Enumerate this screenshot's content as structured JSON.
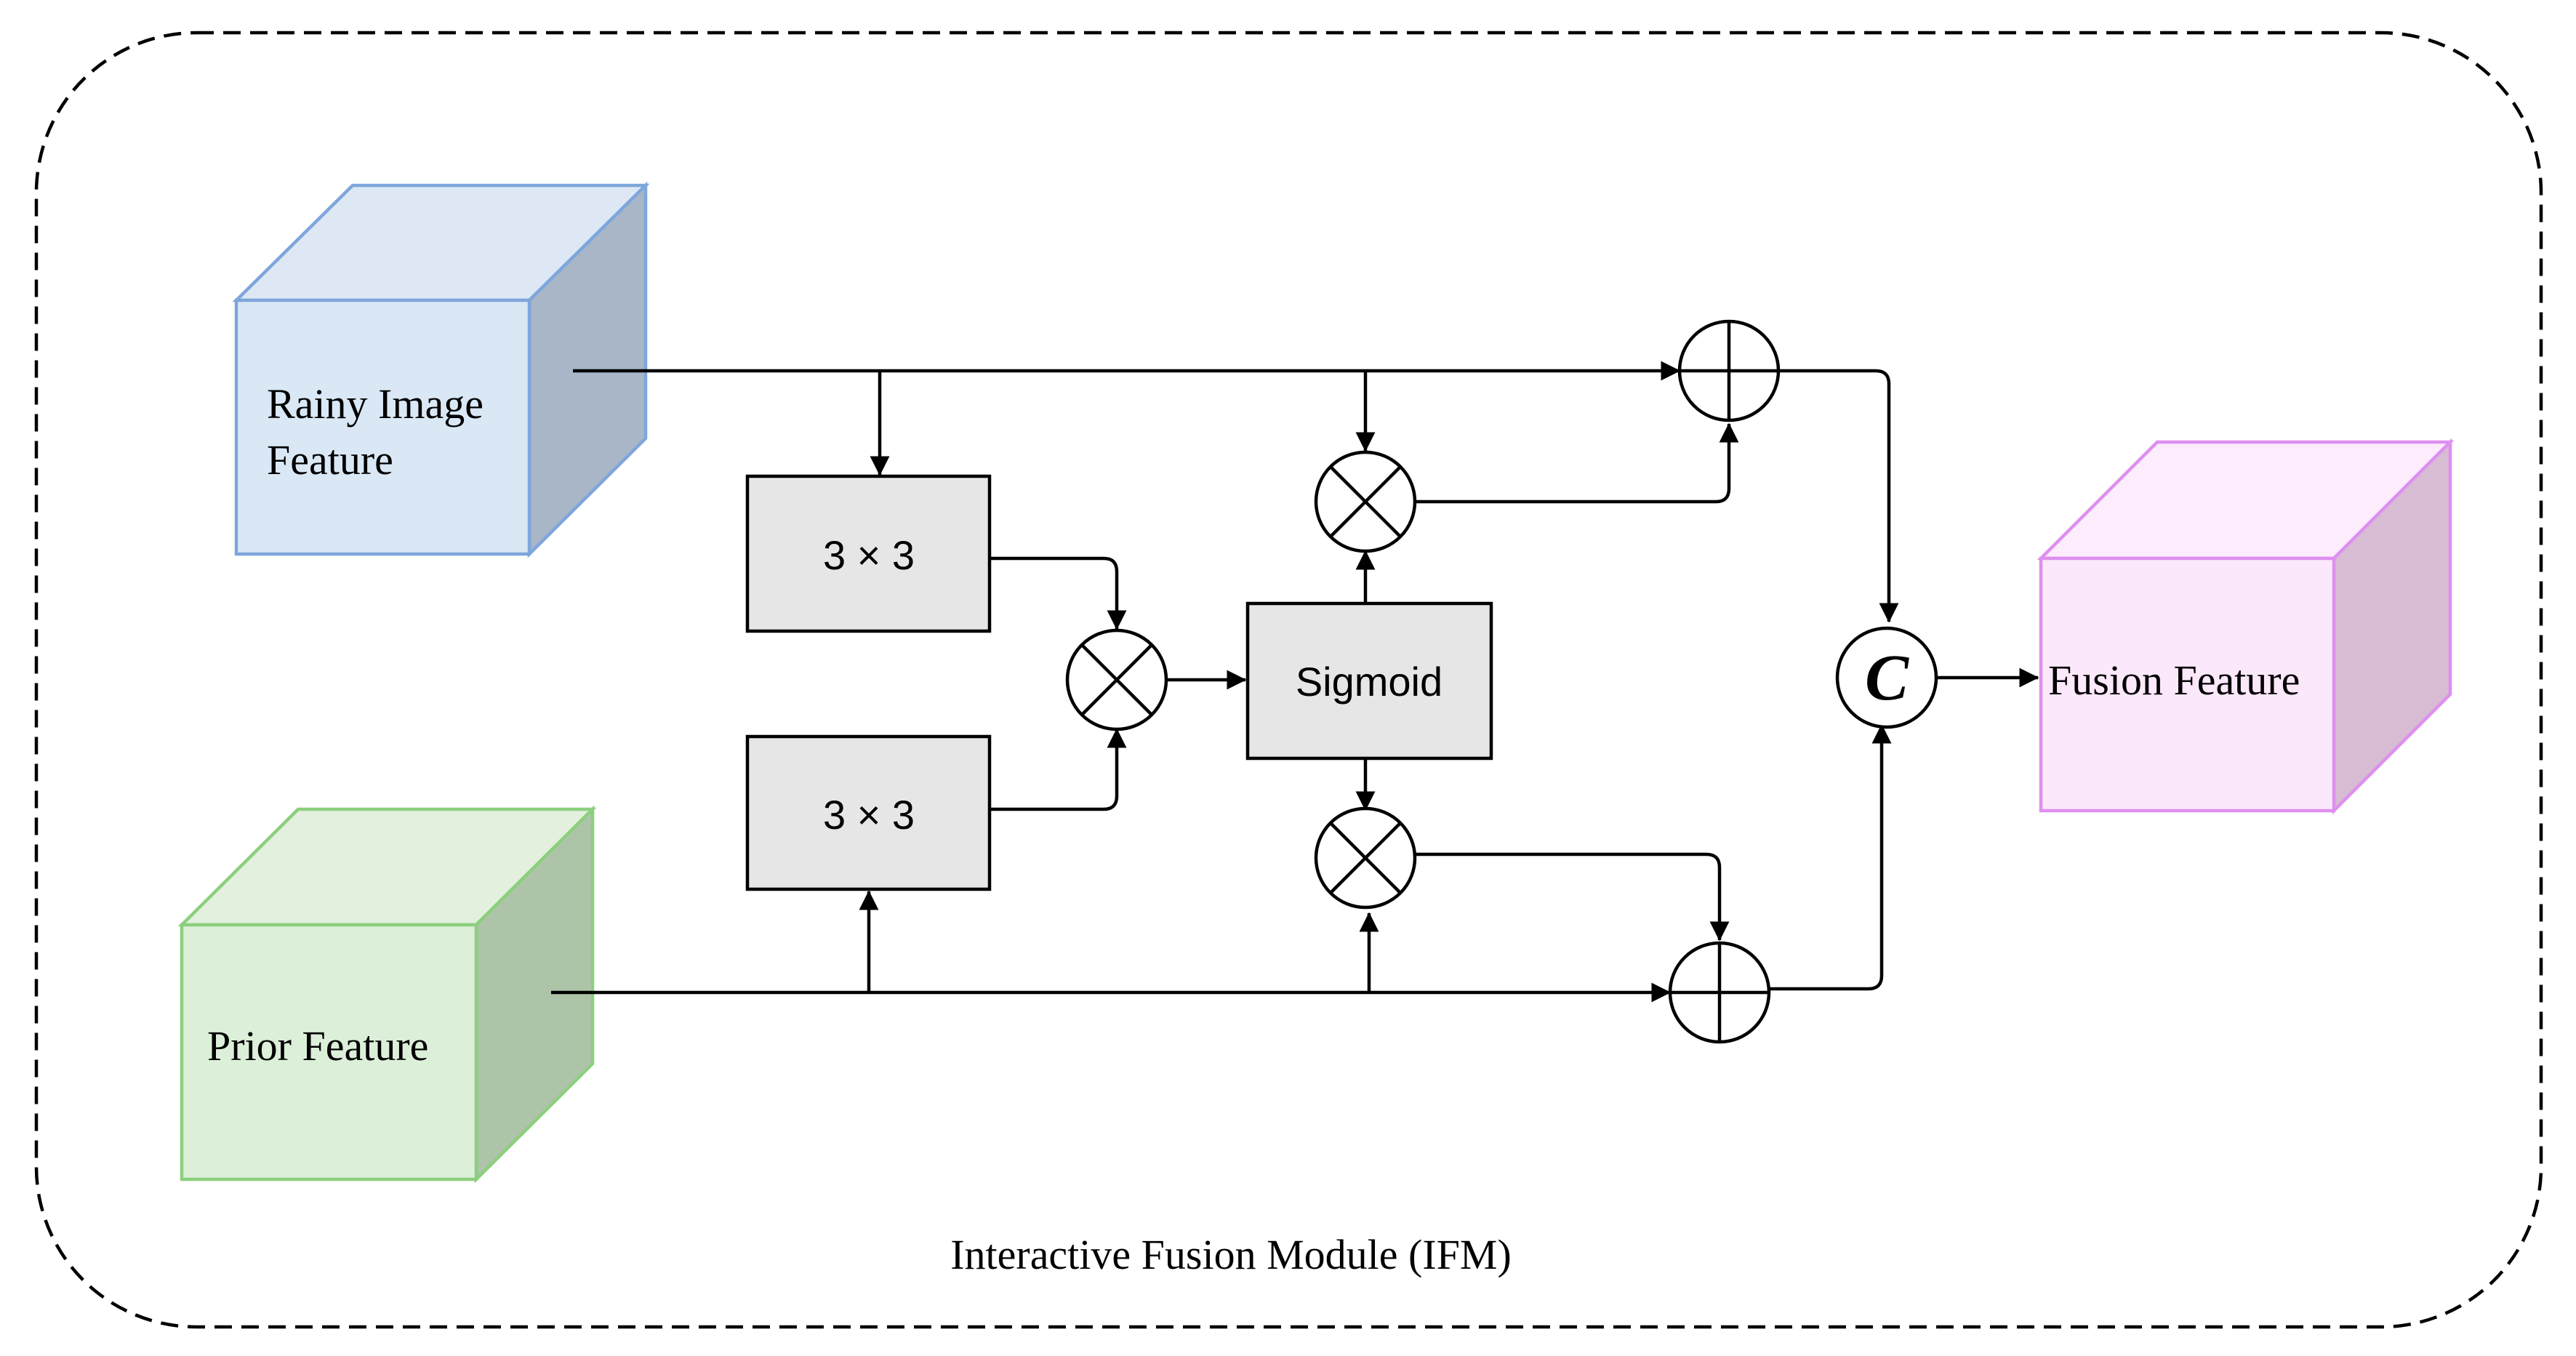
{
  "module_title": "Interactive Fusion Module (IFM)",
  "inputs": {
    "rainy": {
      "line1": "Rainy Image",
      "line2": "Feature"
    },
    "prior": {
      "label": "Prior Feature"
    }
  },
  "output": {
    "label": "Fusion Feature"
  },
  "conv_top": {
    "label": "3 × 3"
  },
  "conv_bottom": {
    "label": "3 × 3"
  },
  "sigmoid": {
    "label": "Sigmoid"
  },
  "concat": {
    "symbol": "C"
  },
  "colors": {
    "rainy_front": "#dae8f5",
    "rainy_top": "#dde8f4",
    "rainy_side": "#a8b6c8",
    "rainy_edge": "#7ea6dc",
    "prior_front": "#dcefd9",
    "prior_top": "#e2f0dd",
    "prior_side": "#aec4a8",
    "prior_edge": "#8ccf7e",
    "fusion_front": "#fbe8fa",
    "fusion_top": "#fcecfc",
    "fusion_side": "#d7bcd3",
    "fusion_edge": "#de8ff0",
    "box_fill": "#e6e6e6"
  }
}
